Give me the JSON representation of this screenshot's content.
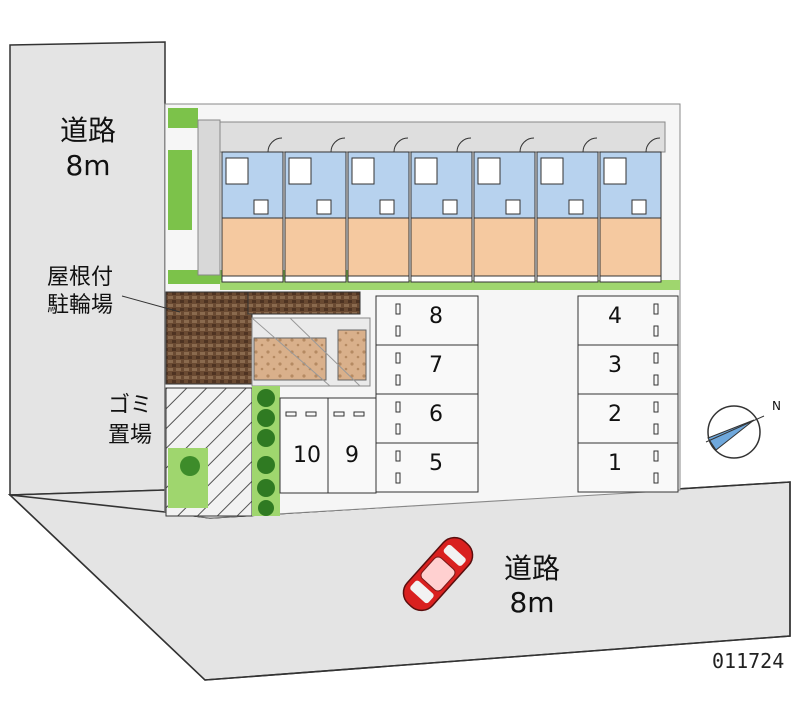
{
  "roads": {
    "west": {
      "name": "道路",
      "width": "8m"
    },
    "south": {
      "name": "道路",
      "width": "8m"
    }
  },
  "facilities": {
    "bicycle_parking": {
      "line1": "屋根付",
      "line2": "駐輪場"
    },
    "garbage": {
      "line1": "ゴミ",
      "line2": "置場"
    }
  },
  "parking_spaces": [
    "1",
    "2",
    "3",
    "4",
    "5",
    "6",
    "7",
    "8",
    "9",
    "10"
  ],
  "unit_count": 7,
  "compass": {
    "label": "N"
  },
  "property_code": "011724",
  "colors": {
    "road": "#e4e4e4",
    "lot": "#f4f4f4",
    "unit_front": "#f5c9a0",
    "unit_back": "#b7d2ee",
    "greenery": "#7cc24a",
    "car": "#d9201f"
  }
}
